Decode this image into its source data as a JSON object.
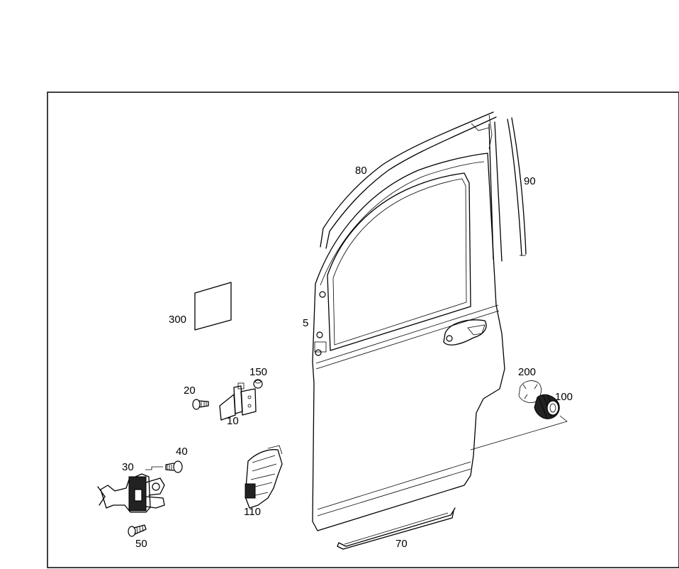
{
  "parts": {
    "p5": "5",
    "p10": "10",
    "p20": "20",
    "p30": "30",
    "p40": "40",
    "p50": "50",
    "p70": "70",
    "p80": "80",
    "p90": "90",
    "p100": "100",
    "p110": "110",
    "p150": "150",
    "p200": "200",
    "p300": "300"
  }
}
